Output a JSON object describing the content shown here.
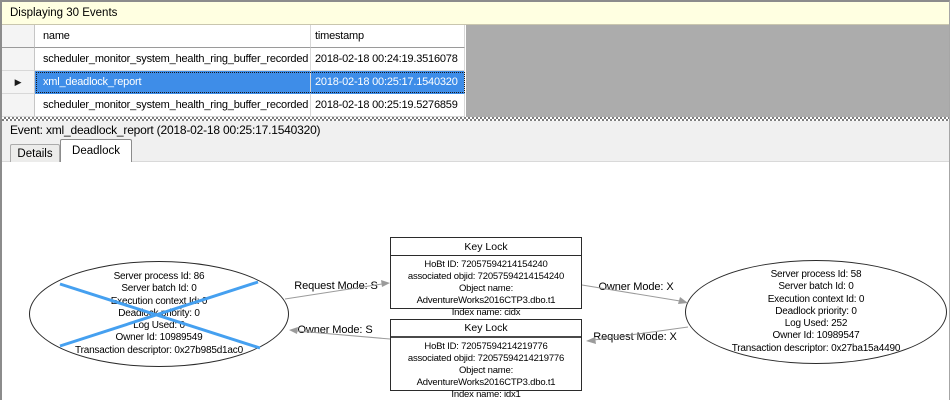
{
  "header": {
    "displaying_label": "Displaying 30 Events"
  },
  "icons": {
    "current_row_marker": "▶"
  },
  "grid": {
    "columns": [
      "name",
      "timestamp"
    ],
    "rows": [
      {
        "name": "scheduler_monitor_system_health_ring_buffer_recorded",
        "timestamp": "2018-02-18 00:24:19.3516078",
        "selected": false
      },
      {
        "name": "xml_deadlock_report",
        "timestamp": "2018-02-18 00:25:17.1540320",
        "selected": true
      },
      {
        "name": "scheduler_monitor_system_health_ring_buffer_recorded",
        "timestamp": "2018-02-18 00:25:19.5276859",
        "selected": false
      }
    ]
  },
  "event_bar": {
    "label": "Event: xml_deadlock_report (2018-02-18 00:25:17.1540320)"
  },
  "tabs": [
    {
      "label": "Details",
      "active": false
    },
    {
      "label": "Deadlock",
      "active": true
    }
  ],
  "deadlock_graph": {
    "victim_process": {
      "crossed_out": true,
      "lines": [
        "Server process Id: 86",
        "Server batch Id: 0",
        "Execution context Id: 0",
        "Deadlock priority: 0",
        "Log Used: 0",
        "Owner Id: 10989549",
        "Transaction descriptor: 0x27b985d1ac0"
      ]
    },
    "other_process": {
      "crossed_out": false,
      "lines": [
        "Server process Id: 58",
        "Server batch Id: 0",
        "Execution context Id: 0",
        "Deadlock priority: 0",
        "Log Used: 252",
        "Owner Id: 10989547",
        "Transaction descriptor: 0x27ba15a4490"
      ]
    },
    "locks": [
      {
        "title": "Key Lock",
        "lines": [
          "HoBt ID: 72057594214154240",
          "associated objid: 72057594214154240",
          "Object name: AdventureWorks2016CTP3.dbo.t1",
          "Index name: cidx"
        ]
      },
      {
        "title": "Key Lock",
        "lines": [
          "HoBt ID: 72057594214219776",
          "associated objid: 72057594214219776",
          "Object name: AdventureWorks2016CTP3.dbo.t1",
          "Index name: idx1"
        ]
      }
    ],
    "edges": [
      {
        "label": "Request Mode: S",
        "from": "victim-process",
        "to": "key-lock-1"
      },
      {
        "label": "Owner Mode: X",
        "from": "key-lock-1",
        "to": "other-process"
      },
      {
        "label": "Owner Mode: S",
        "from": "key-lock-2",
        "to": "victim-process"
      },
      {
        "label": "Request Mode: X",
        "from": "other-process",
        "to": "key-lock-2"
      }
    ]
  },
  "colors": {
    "selection": "#3E8DE8",
    "victim_cross": "#45A0F0",
    "infobar_bg": "#FFFFE1",
    "grid_empty_bg": "#ACACAC",
    "arrow": "#9B9B9B"
  }
}
